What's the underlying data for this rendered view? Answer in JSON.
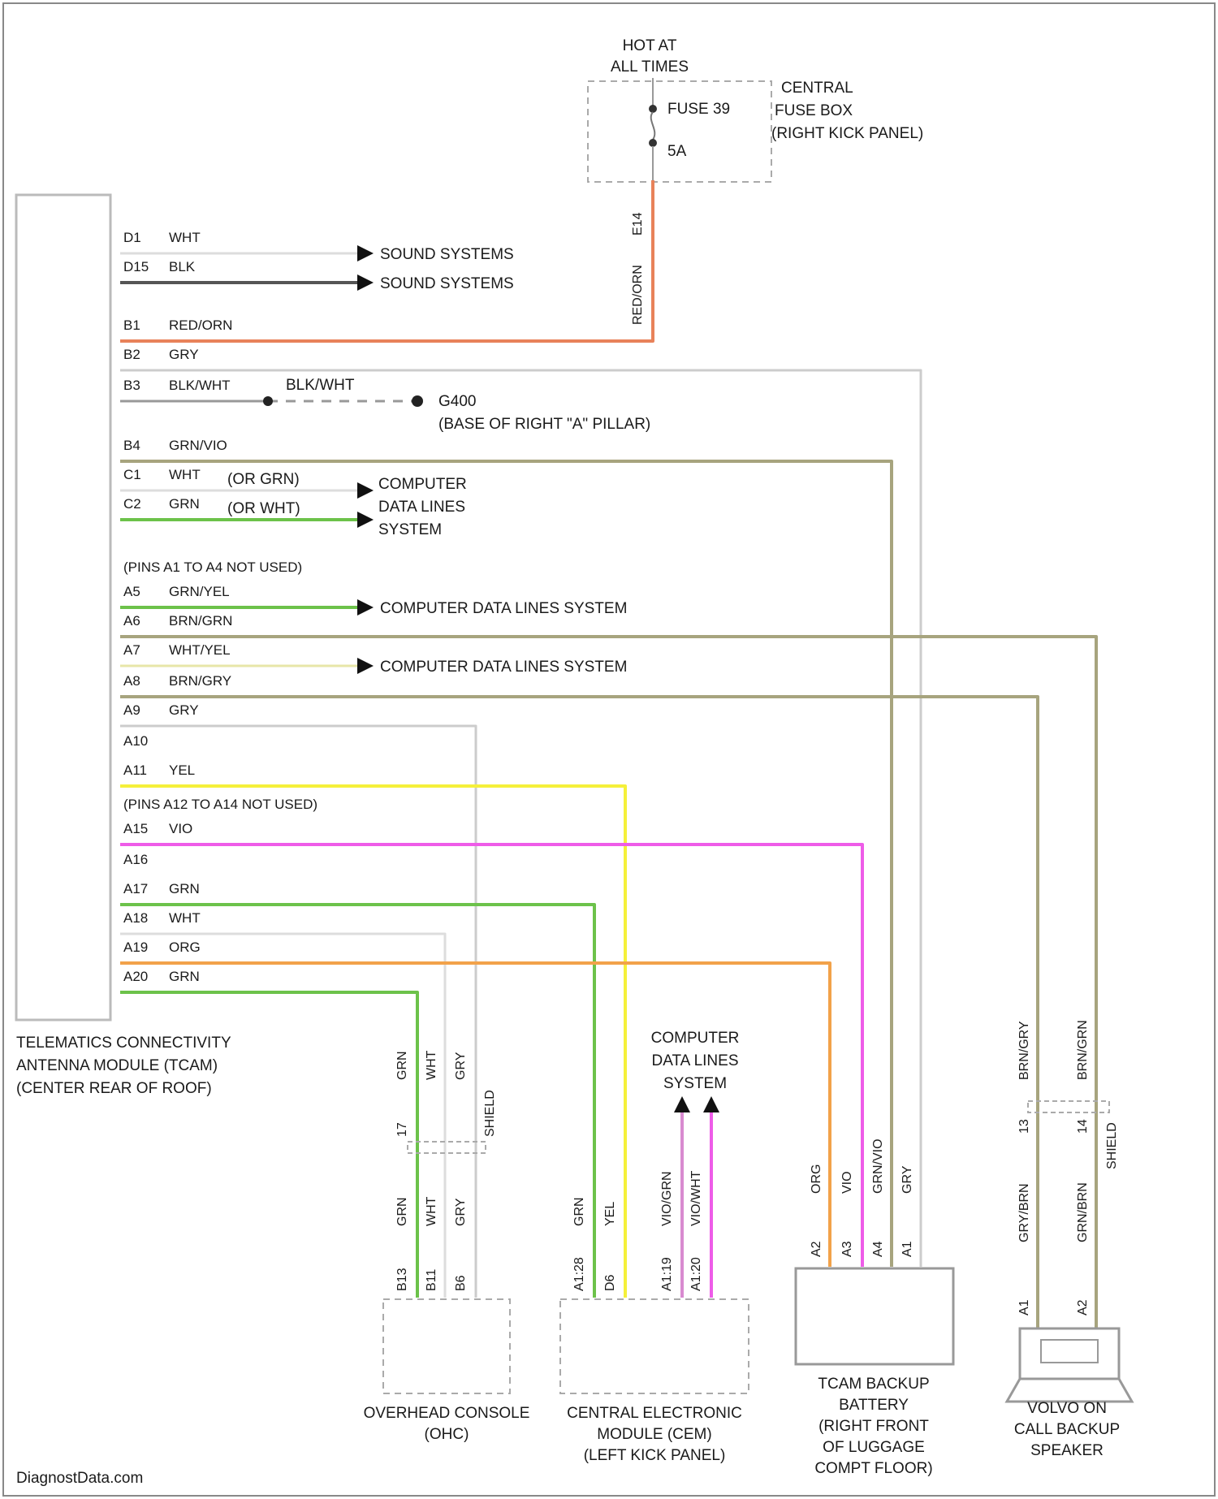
{
  "fuse_box": {
    "hot_label_line1": "HOT AT",
    "hot_label_line2": "ALL TIMES",
    "fuse_name": "FUSE 39",
    "fuse_rating": "5A",
    "box_label_line1": "CENTRAL",
    "box_label_line2": "FUSE BOX",
    "box_label_line3": "(RIGHT KICK PANEL)",
    "out_pin": "E14",
    "out_wire": "RED/ORN"
  },
  "tcam": {
    "caption_line1": "TELEMATICS CONNECTIVITY",
    "caption_line2": "ANTENNA MODULE (TCAM)",
    "caption_line3": "(CENTER REAR OF ROOF)",
    "pins": [
      {
        "pin": "D1",
        "color": "WHT",
        "dest": "SOUND SYSTEMS"
      },
      {
        "pin": "D15",
        "color": "BLK",
        "dest": "SOUND SYSTEMS"
      },
      {
        "pin": "B1",
        "color": "RED/ORN",
        "dest": ""
      },
      {
        "pin": "B2",
        "color": "GRY",
        "dest": ""
      },
      {
        "pin": "B3",
        "color": "BLK/WHT",
        "dest": ""
      },
      {
        "pin": "B4",
        "color": "GRN/VIO",
        "dest": ""
      },
      {
        "pin": "C1",
        "color": "WHT",
        "dest": "(OR GRN)"
      },
      {
        "pin": "C2",
        "color": "GRN",
        "dest": "(OR WHT)"
      },
      {
        "pin": "A5",
        "color": "GRN/YEL",
        "dest": "COMPUTER DATA LINES SYSTEM"
      },
      {
        "pin": "A6",
        "color": "BRN/GRN",
        "dest": ""
      },
      {
        "pin": "A7",
        "color": "WHT/YEL",
        "dest": "COMPUTER DATA LINES SYSTEM"
      },
      {
        "pin": "A8",
        "color": "BRN/GRY",
        "dest": ""
      },
      {
        "pin": "A9",
        "color": "GRY",
        "dest": ""
      },
      {
        "pin": "A10",
        "color": "",
        "dest": ""
      },
      {
        "pin": "A11",
        "color": "YEL",
        "dest": ""
      },
      {
        "pin": "A15",
        "color": "VIO",
        "dest": ""
      },
      {
        "pin": "A16",
        "color": "",
        "dest": ""
      },
      {
        "pin": "A17",
        "color": "GRN",
        "dest": ""
      },
      {
        "pin": "A18",
        "color": "WHT",
        "dest": ""
      },
      {
        "pin": "A19",
        "color": "ORG",
        "dest": ""
      },
      {
        "pin": "A20",
        "color": "GRN",
        "dest": ""
      }
    ],
    "not_used_1": "(PINS A1 TO A4 NOT USED)",
    "not_used_2": "(PINS A12 TO A14 NOT USED)"
  },
  "ground": {
    "wire": "BLK/WHT",
    "label_line1": "G400",
    "label_line2": "(BASE OF RIGHT \"A\" PILLAR)"
  },
  "cdl_block": {
    "line1": "COMPUTER",
    "line2": "DATA LINES",
    "line3": "SYSTEM"
  },
  "ohc": {
    "caption_line1": "OVERHEAD CONSOLE",
    "caption_line2": "(OHC)",
    "wires_top": [
      "GRN",
      "WHT",
      "GRY"
    ],
    "connector": "17",
    "shield": "SHIELD",
    "wires_bottom": [
      "GRN",
      "WHT",
      "GRY"
    ],
    "pins": [
      "B13",
      "B11",
      "B6"
    ]
  },
  "cem": {
    "cdl_line1": "COMPUTER",
    "cdl_line2": "DATA LINES",
    "cdl_line3": "SYSTEM",
    "wires": [
      "GRN",
      "YEL",
      "VIO/GRN",
      "VIO/WHT"
    ],
    "pins": [
      "A1:28",
      "D6",
      "A1:19",
      "A1:20"
    ],
    "caption_line1": "CENTRAL ELECTRONIC",
    "caption_line2": "MODULE (CEM)",
    "caption_line3": "(LEFT KICK PANEL)"
  },
  "battery": {
    "wires": [
      "ORG",
      "VIO",
      "GRN/VIO",
      "GRY"
    ],
    "pins": [
      "A2",
      "A3",
      "A4",
      "A1"
    ],
    "caption_line1": "TCAM BACKUP",
    "caption_line2": "BATTERY",
    "caption_line3": "(RIGHT FRONT",
    "caption_line4": "OF LUGGAGE",
    "caption_line5": "COMPT FLOOR)"
  },
  "speaker": {
    "wires_top": [
      "BRN/GRY",
      "BRN/GRN"
    ],
    "connectors": [
      "13",
      "14"
    ],
    "shield": "SHIELD",
    "wires_bottom": [
      "GRY/BRN",
      "GRN/BRN"
    ],
    "pins": [
      "A1",
      "A2"
    ],
    "caption_line1": "VOLVO ON",
    "caption_line2": "CALL BACKUP",
    "caption_line3": "SPEAKER"
  },
  "watermark": "DiagnostData.com",
  "colors": {
    "red_orn": "#e8825a",
    "grn": "#6cc24a",
    "yel": "#f5f03a",
    "vio": "#ee5ce8",
    "org": "#f2a24a",
    "olive": "#a7a47e",
    "gry": "#cccccc",
    "blk": "#555555",
    "wht": "#dddddd"
  }
}
